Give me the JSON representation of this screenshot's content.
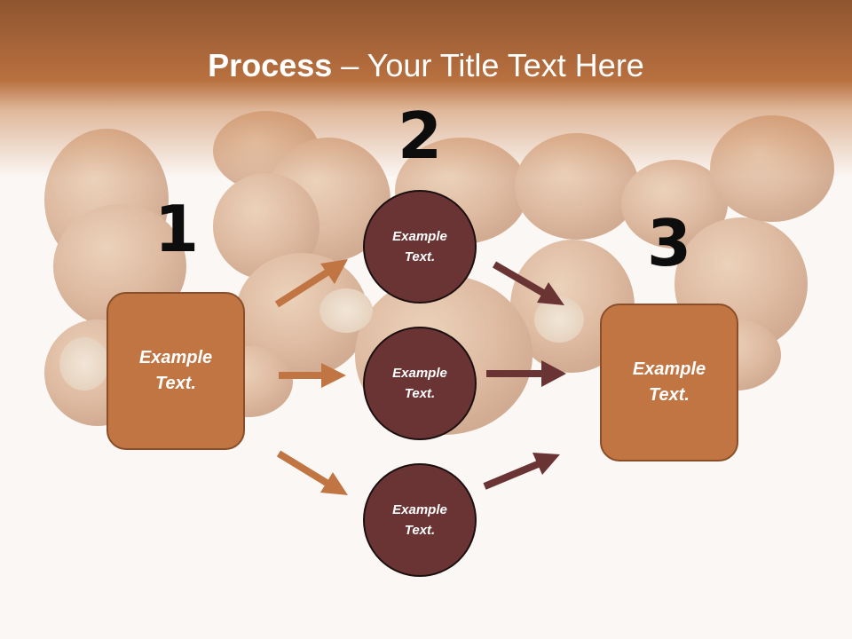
{
  "slide": {
    "title_bold": "Process",
    "title_rest": " – Your Title Text Here"
  },
  "steps": {
    "one": "1",
    "two": "2",
    "three": "3"
  },
  "boxes": {
    "left": "Example\nText.",
    "right": "Example\nText."
  },
  "circles": {
    "top": "Example\nText.",
    "middle": "Example\nText.",
    "bottom": "Example\nText."
  },
  "colors": {
    "header": "#b8703f",
    "box_fill": "#c07543",
    "circle_fill": "#6a3434",
    "arrow_in": "#c07543",
    "arrow_out": "#6a3434"
  },
  "background_image": "hazelnuts"
}
